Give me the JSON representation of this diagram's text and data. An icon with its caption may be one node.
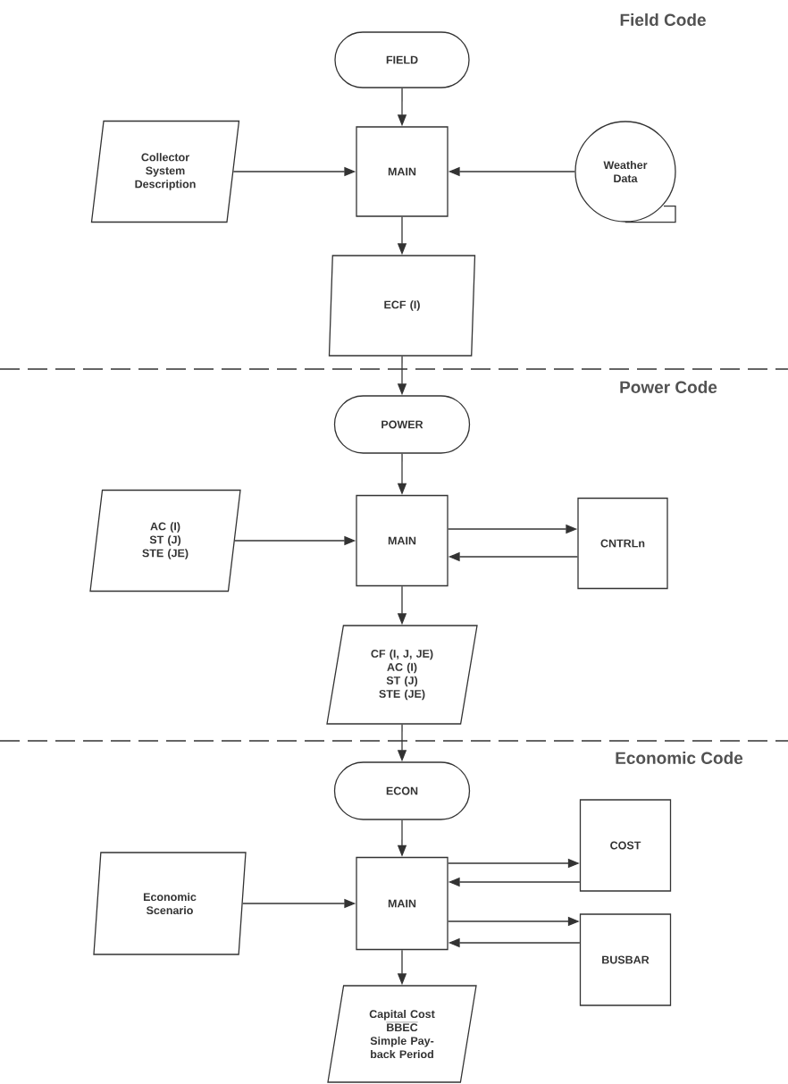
{
  "diagram": {
    "nodes": [
      {
        "text": [
          "FIELD"
        ]
      },
      {
        "text": [
          "Collector System Description"
        ]
      },
      {
        "text": [
          "MAIN"
        ]
      },
      {
        "text": [
          "Weather Data"
        ]
      },
      {
        "text": [
          "ECF (I)"
        ]
      },
      {
        "text": [
          "POWER"
        ]
      },
      {
        "text": [
          "AC (I)",
          "ST (J)",
          "STE (JE)"
        ]
      },
      {
        "text": [
          "MAIN"
        ]
      },
      {
        "text": [
          "CNTRLn"
        ]
      },
      {
        "text": [
          "CF (I, J, JE)",
          "AC (I)",
          "ST (J)",
          "STE (JE)"
        ]
      },
      {
        "text": [
          "ECON"
        ]
      },
      {
        "text": [
          "Economic Scenario"
        ]
      },
      {
        "text": [
          "MAIN"
        ]
      },
      {
        "text": [
          "COST"
        ]
      },
      {
        "text": [
          "BUSBAR"
        ]
      },
      {
        "text": [
          "Capital Cost",
          "BBEC",
          "Simple Pay- back Period"
        ]
      }
    ],
    "edges": [
      {
        "from": 0,
        "to": 2,
        "arrow": "to"
      },
      {
        "from": 1,
        "to": 2,
        "arrow": "to"
      },
      {
        "from": 3,
        "to": 2,
        "arrow": "to"
      },
      {
        "from": 2,
        "to": 4,
        "arrow": "to"
      },
      {
        "from": 4,
        "to": 5,
        "arrow": "to"
      },
      {
        "from": 5,
        "to": 7,
        "arrow": "to"
      },
      {
        "from": 6,
        "to": 7,
        "arrow": "to"
      },
      {
        "from": 7,
        "to": 8,
        "arrow": "to"
      },
      {
        "from": 8,
        "to": 7,
        "arrow": "to"
      },
      {
        "from": 7,
        "to": 9,
        "arrow": "to"
      },
      {
        "from": 9,
        "to": 10,
        "arrow": "to"
      },
      {
        "from": 10,
        "to": 12,
        "arrow": "to"
      },
      {
        "from": 11,
        "to": 12,
        "arrow": "to"
      },
      {
        "from": 12,
        "to": 13,
        "arrow": "to"
      },
      {
        "from": 13,
        "to": 12,
        "arrow": "to"
      },
      {
        "from": 12,
        "to": 14,
        "arrow": "to"
      },
      {
        "from": 14,
        "to": 12,
        "arrow": "to"
      },
      {
        "from": 12,
        "to": 15,
        "arrow": "to"
      }
    ],
    "labels": [
      "Field Code",
      "Power Code",
      "Economic Code"
    ]
  }
}
